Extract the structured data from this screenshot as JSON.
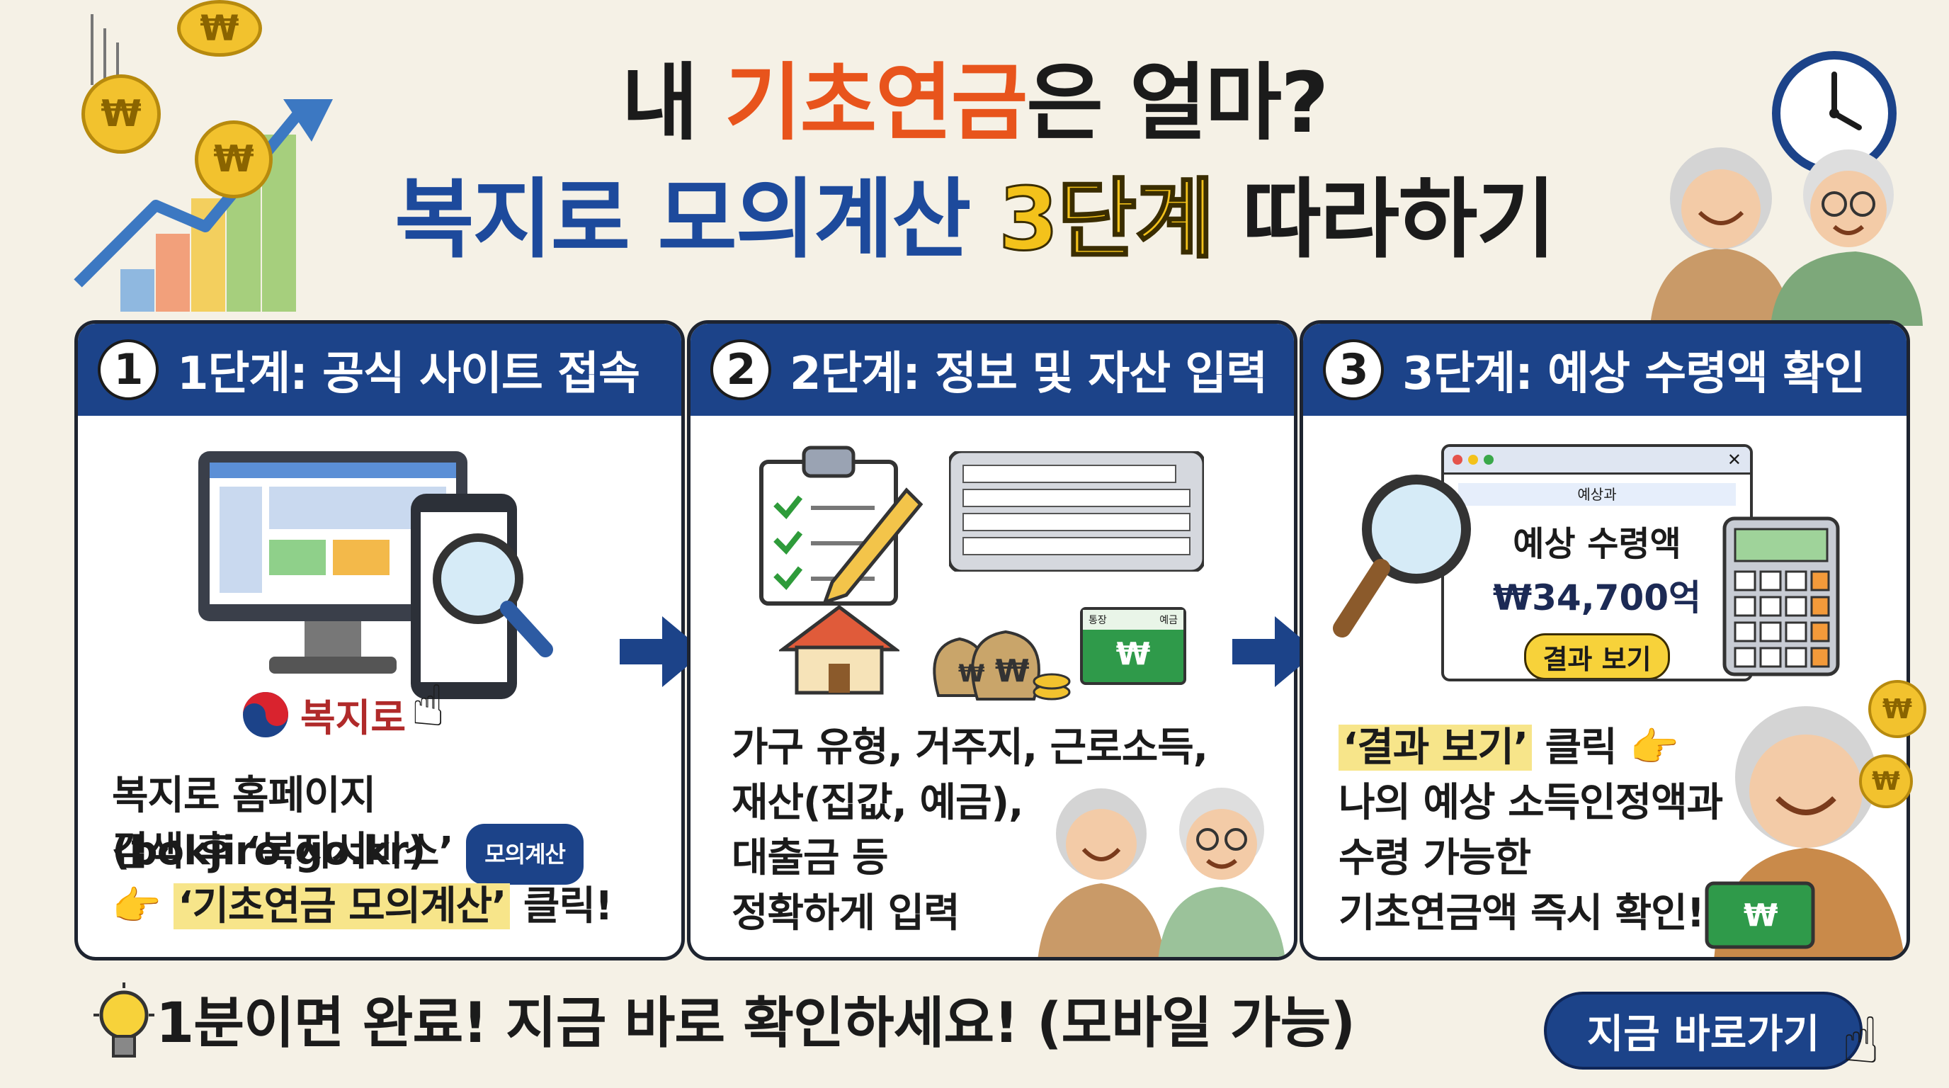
{
  "title": {
    "line1_a": "내 ",
    "line1_highlight": "기초연금",
    "line1_b": "은 얼마?",
    "line2_a": "복지로 모의계산 ",
    "line2_highlight": "3단계",
    "line2_b": " 따라하기"
  },
  "steps": [
    {
      "number": "1",
      "heading": "1단계: 공식 사이트 접속",
      "logo_text": "복지로",
      "line1": "복지로 홈페이지(bokjiro.go.kr)",
      "line2": "검색 후 ‘복지서비스’",
      "pill": "모의계산",
      "line3_highlight": "‘기초연금 모의계산’",
      "line3_rest": " 클릭!"
    },
    {
      "number": "2",
      "heading": "2단계: 정보 및 자산 입력",
      "line1": "가구 유형, 거주지, 근로소득,",
      "line2": "재산(집값, 예금),",
      "line3": "대출금 등",
      "line4": "정확하게 입력",
      "card_label_a": "통장",
      "card_label_b": "예금"
    },
    {
      "number": "3",
      "heading": "3단계: 예상 수령액 확인",
      "window_caption": "예상과",
      "result_label": "예상 수령액",
      "result_value": "₩34,700억",
      "result_button": "결과 보기",
      "line1_highlight": "‘결과 보기’",
      "line1_rest": " 클릭",
      "line2": "나의 예상 소득인정액과",
      "line3": "수령 가능한",
      "line4": "기초연금액 즉시 확인!"
    }
  ],
  "bottom": {
    "message": "1분이면 완료! 지금 바로 확인하세요! (모바일 가능)",
    "cta_label": "지금 바로가기"
  },
  "colors": {
    "accent_orange": "#e8541c",
    "navy": "#1c4389",
    "yellow": "#f3c21b",
    "background": "#f5f1e6"
  },
  "coin_symbol": "₩"
}
